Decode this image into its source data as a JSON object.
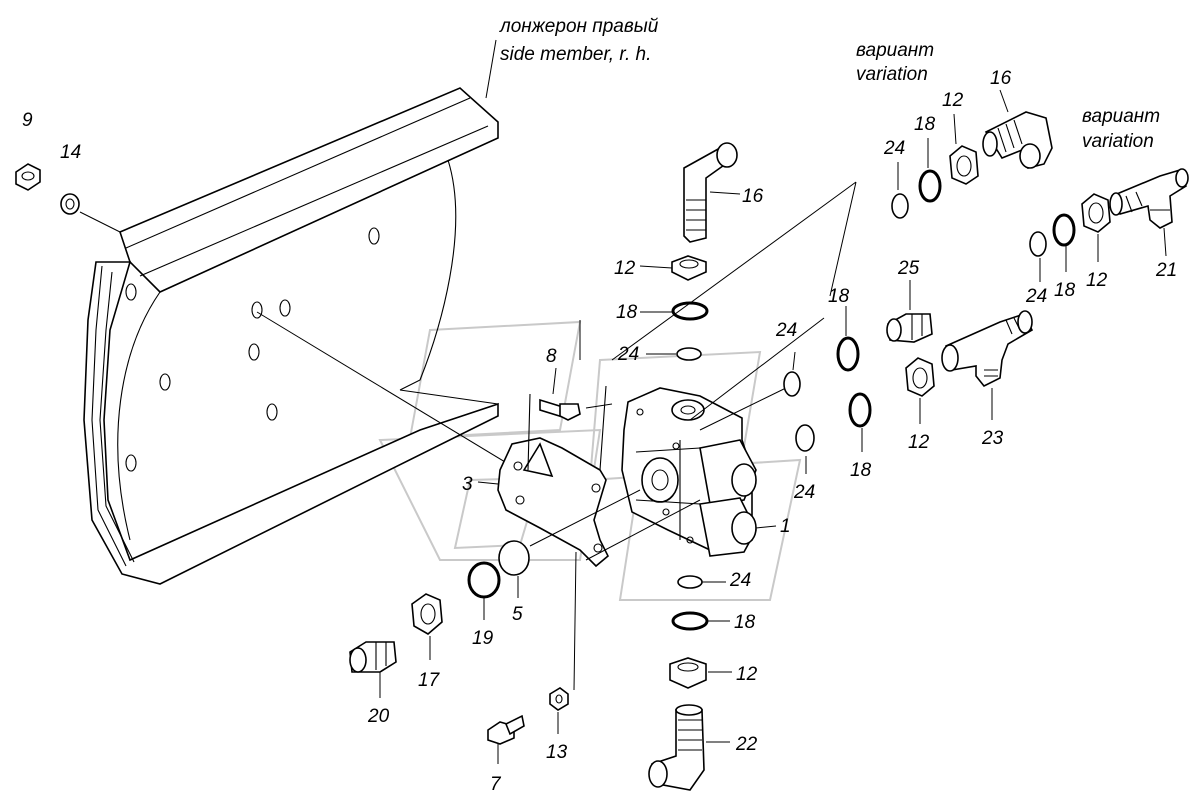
{
  "captions": {
    "side_member_ru": "лонжерон правый",
    "side_member_en": "side member, r. h.",
    "variation_a_ru": "вариант",
    "variation_a_en": "variation",
    "variation_b_ru": "вариант",
    "variation_b_en": "variation"
  },
  "labels": {
    "n9": "9",
    "n14": "14",
    "n16a": "16",
    "n12a": "12",
    "n18a": "18",
    "n8": "8",
    "n24a": "24",
    "n3": "3",
    "n18b": "18",
    "n24b": "24",
    "n24c": "24",
    "n1": "1",
    "n24d": "24",
    "n18c": "18",
    "n12b": "12",
    "n22": "22",
    "n5": "5",
    "n19": "19",
    "n17": "17",
    "n20": "20",
    "n13": "13",
    "n7": "7",
    "n24e": "24",
    "n18d": "18",
    "n12c": "12",
    "n16b": "16",
    "n25": "25",
    "n12d": "12",
    "n18e": "18",
    "n23": "23",
    "n24f": "24",
    "n18f": "18",
    "n12e": "12",
    "n21": "21"
  }
}
